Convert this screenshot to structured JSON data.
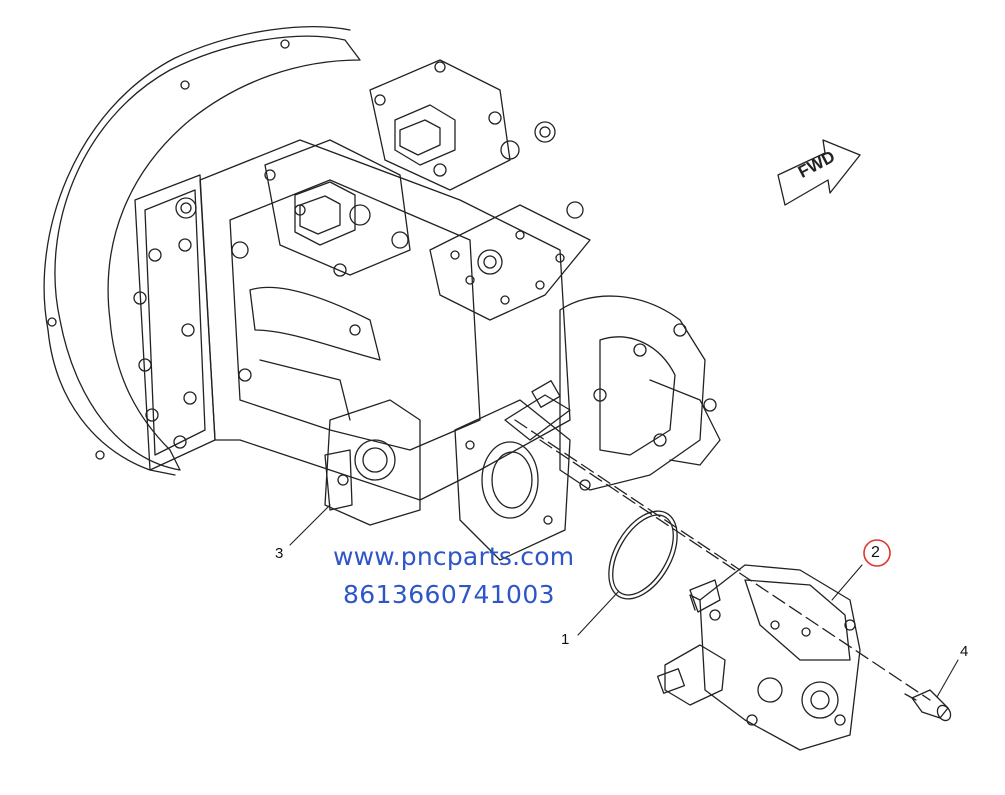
{
  "callouts": {
    "c1": "1",
    "c2": "2",
    "c3": "3",
    "c4": "4"
  },
  "direction_label": "FWD",
  "watermark": {
    "url": "www.pncparts.com",
    "phone": "8613660741003"
  },
  "colors": {
    "line": "#222222",
    "watermark": "#2f56c9",
    "highlight_circle": "#e0342c"
  }
}
